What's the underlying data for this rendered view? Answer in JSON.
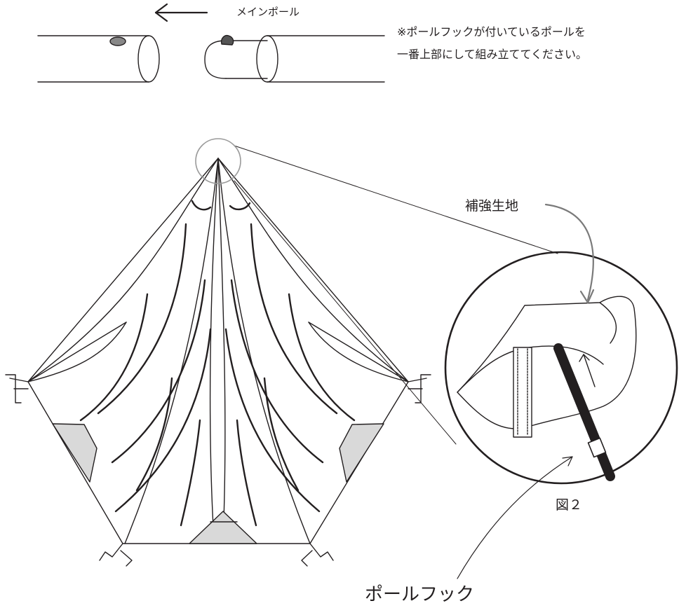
{
  "diagram": {
    "main_pole_label": "メインポール",
    "note_line1": "※ポールフックが付いているポールを",
    "note_line2": "一番上部にして組み立ててください。",
    "reinforcement_label": "補強生地",
    "figure_label": "図２",
    "pole_hook_label": "ポールフック"
  },
  "colors": {
    "line": "#231f20",
    "panel_fill": "#d9d9d9",
    "hook_dot": "#888888",
    "callout_arrow": "#7a7a7a"
  }
}
